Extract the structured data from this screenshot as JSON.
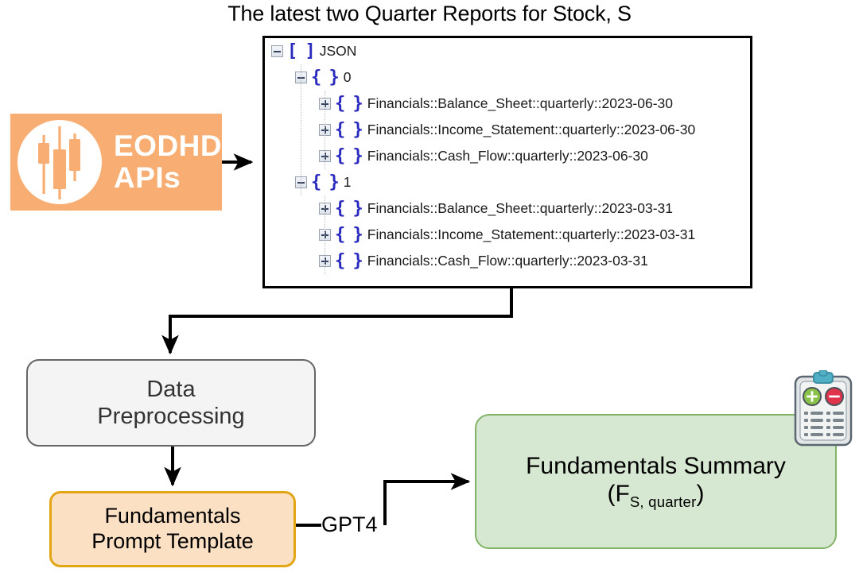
{
  "title": "The latest two Quarter Reports for Stock, S",
  "source": {
    "name": "eodhd-apis",
    "line1": "EODHD",
    "line2": "APIs",
    "bg_color": "#F8AE72",
    "text_color": "#FFFFFF",
    "icon": "candlestick-chart-icon"
  },
  "json_tree": {
    "panel_border_color": "#000000",
    "bracket_color": "#2A2ABF",
    "rows": [
      {
        "level": 0,
        "toggle": "minus",
        "bracket": "[ ]",
        "label": "JSON"
      },
      {
        "level": 1,
        "toggle": "minus",
        "bracket": "{ }",
        "label": "0"
      },
      {
        "level": 2,
        "toggle": "plus",
        "bracket": "{ }",
        "label": "Financials::Balance_Sheet::quarterly::2023-06-30"
      },
      {
        "level": 2,
        "toggle": "plus",
        "bracket": "{ }",
        "label": "Financials::Income_Statement::quarterly::2023-06-30"
      },
      {
        "level": 2,
        "toggle": "plus",
        "bracket": "{ }",
        "label": "Financials::Cash_Flow::quarterly::2023-06-30"
      },
      {
        "level": 1,
        "toggle": "minus",
        "bracket": "{ }",
        "label": "1"
      },
      {
        "level": 2,
        "toggle": "plus",
        "bracket": "{ }",
        "label": "Financials::Balance_Sheet::quarterly::2023-03-31"
      },
      {
        "level": 2,
        "toggle": "plus",
        "bracket": "{ }",
        "label": "Financials::Income_Statement::quarterly::2023-03-31"
      },
      {
        "level": 2,
        "toggle": "plus",
        "bracket": "{ }",
        "label": "Financials::Cash_Flow::quarterly::2023-03-31"
      }
    ]
  },
  "nodes": {
    "preprocess": {
      "line1": "Data",
      "line2": "Preprocessing",
      "fill_color": "#F4F4F4",
      "border_color": "#666666"
    },
    "prompt_template": {
      "line1": "Fundamentals",
      "line2": "Prompt Template",
      "fill_color": "#FBE0C4",
      "border_color": "#E2A614"
    },
    "summary": {
      "line1": "Fundamentals Summary",
      "paren_open": "(F",
      "subscript": "S, quarter",
      "paren_close": ")",
      "fill_color": "#D7E8D2",
      "border_color": "#82B366",
      "icon": "clipboard-report-icon"
    }
  },
  "edges": {
    "gpt4_label": "GPT4"
  }
}
